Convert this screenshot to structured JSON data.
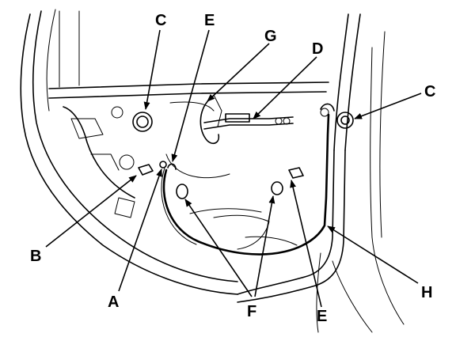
{
  "callouts": {
    "A": "A",
    "B": "B",
    "C_left": "C",
    "C_right": "C",
    "D": "D",
    "E_top": "E",
    "E_bottom": "E",
    "F": "F",
    "G": "G",
    "H": "H"
  }
}
